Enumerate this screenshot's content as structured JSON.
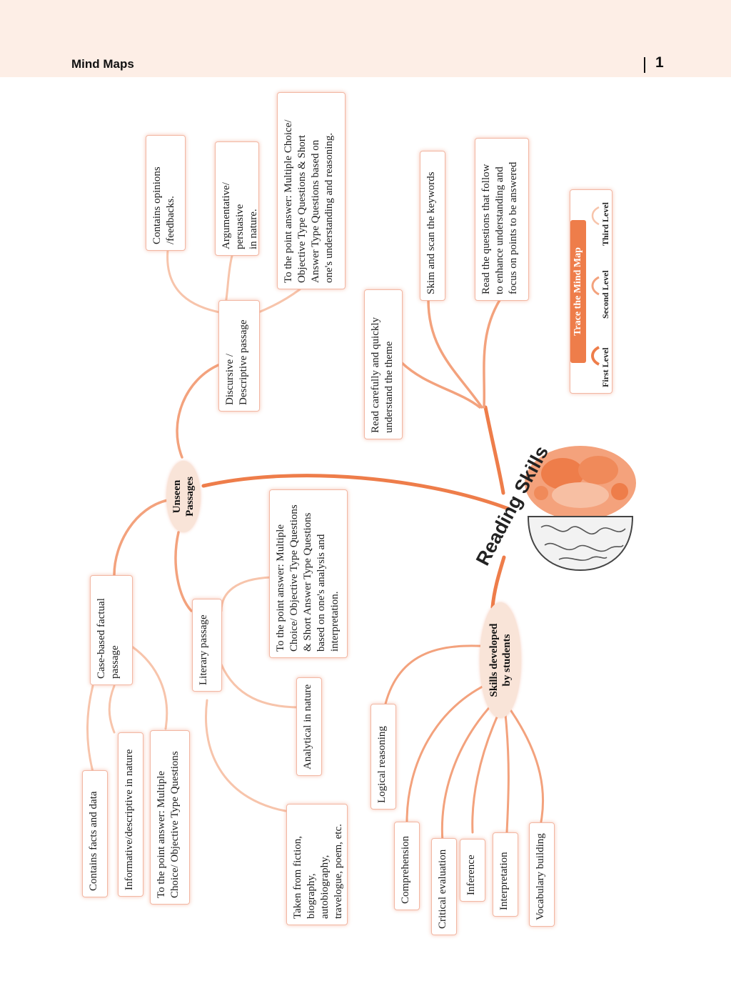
{
  "header": {
    "title": "Mind Maps",
    "page_number": "1"
  },
  "colors": {
    "accent": "#ee7d4a",
    "light_link": "#f4b79c",
    "hub_fill": "#f9e4d8",
    "header_bg": "#fdeee6"
  },
  "center": {
    "title": "Reading Skills",
    "icon": "brain-icon"
  },
  "unseen": {
    "label": "Unseen\nPassages",
    "discursive": {
      "label": "Discursive /\nDescriptive passage",
      "items": [
        "Contains opinions\n/feedbacks.",
        "Argumentative/\npersuasive\nin nature.",
        "To the point answer: Multiple Choice/\nObjective Type Questions & Short\nAnswer Type Questions based on\none's understanding and reasoning."
      ]
    },
    "literary": {
      "label": "Literary passage",
      "items": [
        "To the point answer: Multiple\nChoice/ Objective Type Questions\n& Short Answer Type Questions\nbased on one's analysis and\ninterpretation.",
        "Analytical in nature",
        "Taken from fiction,\nbiography,\nautobiography,\ntravelogue, poem, etc."
      ]
    },
    "case_based": {
      "label": "Case-based factual\npassage",
      "items": [
        "Contains facts and data",
        "Informative/descriptive in nature",
        "To the point answer: Multiple\nChoice/ Objective Type Questions"
      ]
    }
  },
  "tips": [
    "Read carefully and quickly\nunderstand the theme",
    "Skim and scan the keywords",
    "Read the questions that follow\nto enhance understanding and\nfocus on points to be answered"
  ],
  "skills": {
    "label": "Skills developed\nby students",
    "items": [
      "Logical reasoning",
      "Comprehension",
      "Critical evaluation",
      "Inference",
      "Interpretation",
      "Vocabulary building"
    ]
  },
  "legend": {
    "title": "Trace the Mind Map",
    "levels": [
      "First Level",
      "Second Level",
      "Third Level"
    ]
  }
}
